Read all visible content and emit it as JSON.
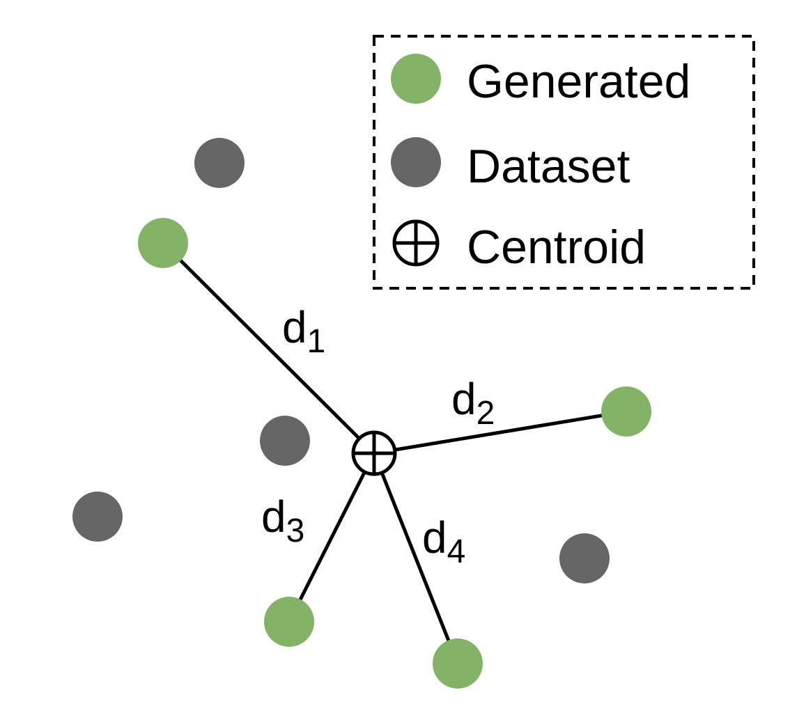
{
  "colors": {
    "generated": "#82b366",
    "dataset": "#666666",
    "line": "#000000",
    "centroid_fill": "#ffffff",
    "background": "#ffffff"
  },
  "legend": {
    "items": [
      {
        "label": "Generated",
        "marker": "generated-point-icon"
      },
      {
        "label": "Dataset",
        "marker": "dataset-point-icon"
      },
      {
        "label": "Centroid",
        "marker": "centroid-icon"
      }
    ]
  },
  "distances": [
    {
      "base": "d",
      "sub": "1"
    },
    {
      "base": "d",
      "sub": "2"
    },
    {
      "base": "d",
      "sub": "3"
    },
    {
      "base": "d",
      "sub": "4"
    }
  ]
}
